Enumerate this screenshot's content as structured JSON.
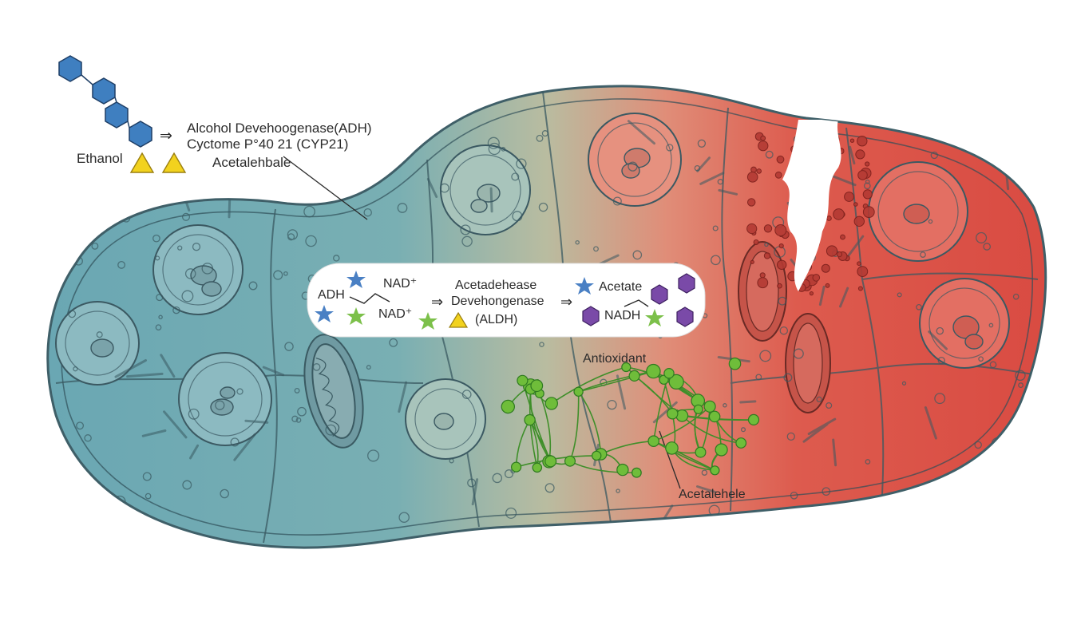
{
  "labels": {
    "ethanol": "Ethanol",
    "enzyme_adh": "Alcohol Devehoogenase(ADH)",
    "enzyme_cyp": "Cyctome P°40 21 (CYP21)",
    "acetaldehyde_top": "Acetalehbale",
    "adh": "ADH",
    "nad_plus_top": "NAD⁺",
    "nad_plus_bottom": "NAD⁺",
    "aldh_line1": "Acetadehease",
    "aldh_line2": "Devehongenase",
    "aldh_line3": "(ALDH)",
    "acetate": "Acetate",
    "nadh": "NADH",
    "antioxidant": "Antioxidant",
    "acetaldehyde_bottom": "Acetalehele",
    "arrow": "⇒"
  },
  "colors": {
    "healthy_tissue": "#6aa3b0",
    "transition_tissue": "#c9b89a",
    "damaged_tissue": "#d9534a",
    "ethanol_hexagon": "#3f7fc0",
    "ethanol_triangle": "#f2d21e",
    "nad_star_blue": "#4a80c4",
    "nad_star_green": "#7cc04a",
    "acetate_hexagon": "#7a4aa8",
    "antioxidant_network": "#6fbd3a"
  },
  "icons": [
    "hexagon-icon",
    "triangle-icon",
    "star-icon",
    "arrow-icon"
  ]
}
